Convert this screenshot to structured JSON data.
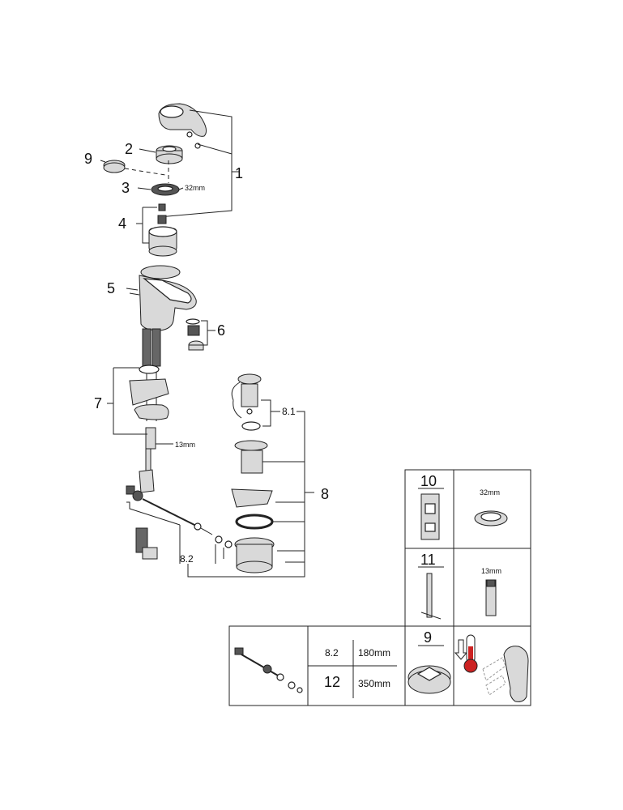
{
  "callouts": {
    "c1": "1",
    "c2": "2",
    "c3": "3",
    "c4": "4",
    "c5": "5",
    "c6": "6",
    "c7": "7",
    "c8": "8",
    "c8_1": "8.1",
    "c8_2": "8.2",
    "c9": "9"
  },
  "dims": {
    "nut": "32mm",
    "hex": "13mm"
  },
  "table": {
    "tool10": "10",
    "tool10_size": "32mm",
    "tool11": "11",
    "tool11_size": "13mm",
    "row_8_2": "8.2",
    "row_8_2_len": "180mm",
    "row_12": "12",
    "row_12_len": "350mm",
    "cap9": "9"
  },
  "colors": {
    "line": "#222222",
    "part_fill": "#d9d9d9",
    "dark_fill": "#555555",
    "accent_red": "#cc2222"
  },
  "icons": [
    "faucet-lever-icon",
    "thermometer-icon",
    "arrow-down-icon"
  ]
}
